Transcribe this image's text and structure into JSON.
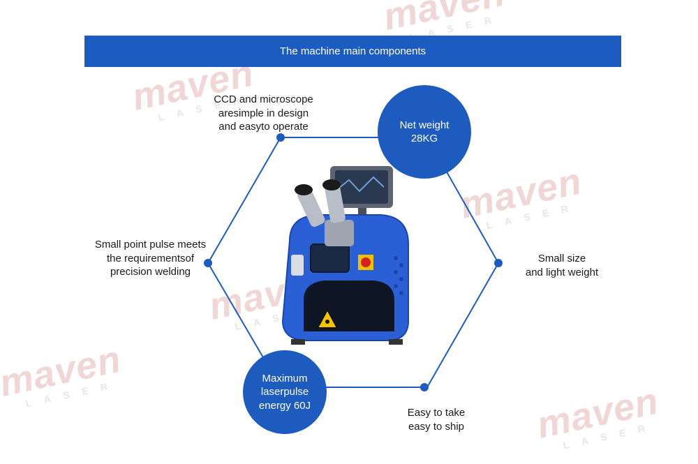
{
  "header": {
    "title": "The machine main components"
  },
  "circles": {
    "net_weight": [
      "Net weight",
      "28KG"
    ],
    "max_energy": [
      "Maximum",
      "laserpulse",
      "energy 60J"
    ]
  },
  "labels": {
    "ccd": [
      "CCD and microscope",
      "aresimple in design",
      "and easyto operate"
    ],
    "small_point": [
      "Small point pulse meets",
      "the requirementsof",
      "precision welding"
    ],
    "small_size": [
      "Small size",
      "and light weight"
    ],
    "easy_take": [
      "Easy to take",
      "easy to ship"
    ]
  },
  "watermark": {
    "main": "maven",
    "sub": "LASER"
  },
  "colors": {
    "accent": "#1c5cc0",
    "line": "#1d5bbf",
    "machine_blue": "#2a5fd6"
  },
  "icons": [
    "laser-warning-icon",
    "emergency-stop-icon"
  ]
}
